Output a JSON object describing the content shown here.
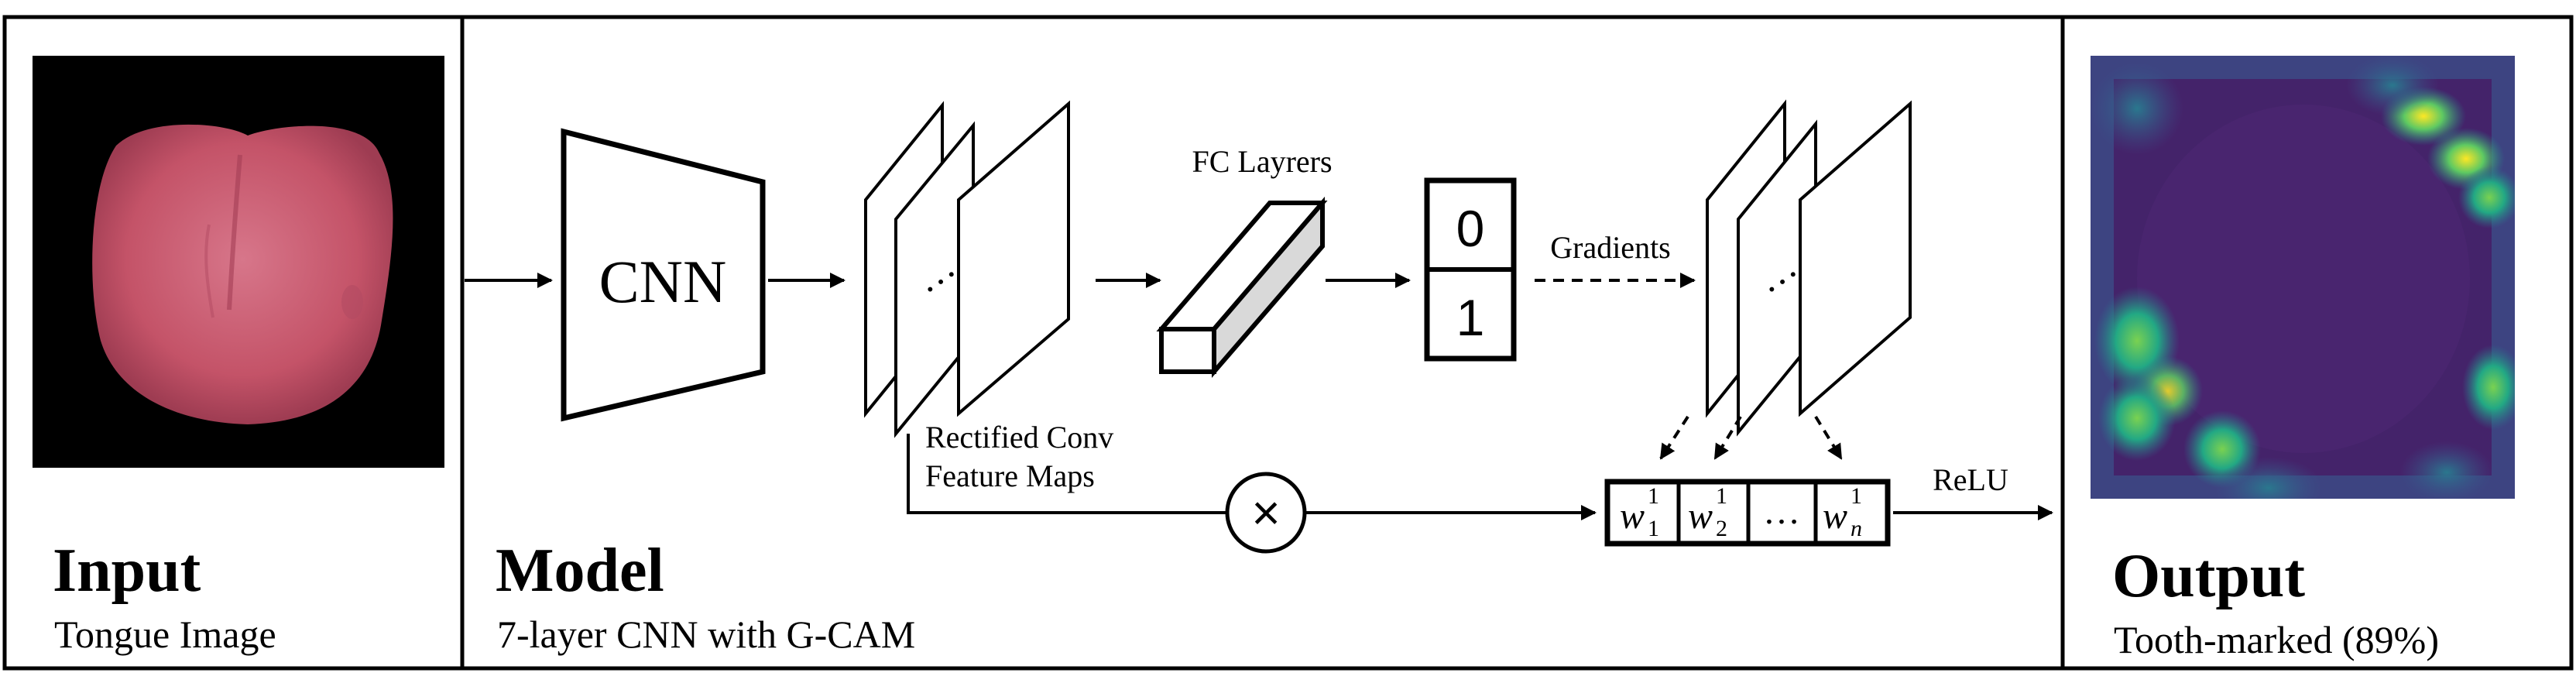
{
  "panels": {
    "input": {
      "title": "Input",
      "subtitle": "Tongue Image"
    },
    "model": {
      "title": "Model",
      "subtitle": "7-layer CNN with G-CAM",
      "cnn_label": "CNN",
      "fc_label": "FC Layrers",
      "output_nodes": [
        "0",
        "1"
      ],
      "gradients_label": "Gradients",
      "feature_maps_label_line1": "Rectified Conv",
      "feature_maps_label_line2": "Feature Maps",
      "dots": "…",
      "weights": [
        {
          "base": "w",
          "sub": "1",
          "sup": "1"
        },
        {
          "base": "w",
          "sub": "2",
          "sup": "1"
        },
        {
          "base": "…",
          "sub": "",
          "sup": ""
        },
        {
          "base": "w",
          "sub": "n",
          "sup": "1"
        }
      ],
      "relu_label": "ReLU",
      "multiply_symbol": "×"
    },
    "output": {
      "title": "Output",
      "subtitle": "Tooth-marked (89%)"
    }
  },
  "colors": {
    "stroke": "#000000",
    "fc_fill": "#d9d9d9",
    "tongue": "#c95a6e",
    "tongue_dark": "#a8435a",
    "heatmap_bg": "#4b2a6e",
    "heatmap_mid": "#3b528b",
    "heatmap_hot": "#dde318",
    "heatmap_warm": "#2fb47c"
  }
}
